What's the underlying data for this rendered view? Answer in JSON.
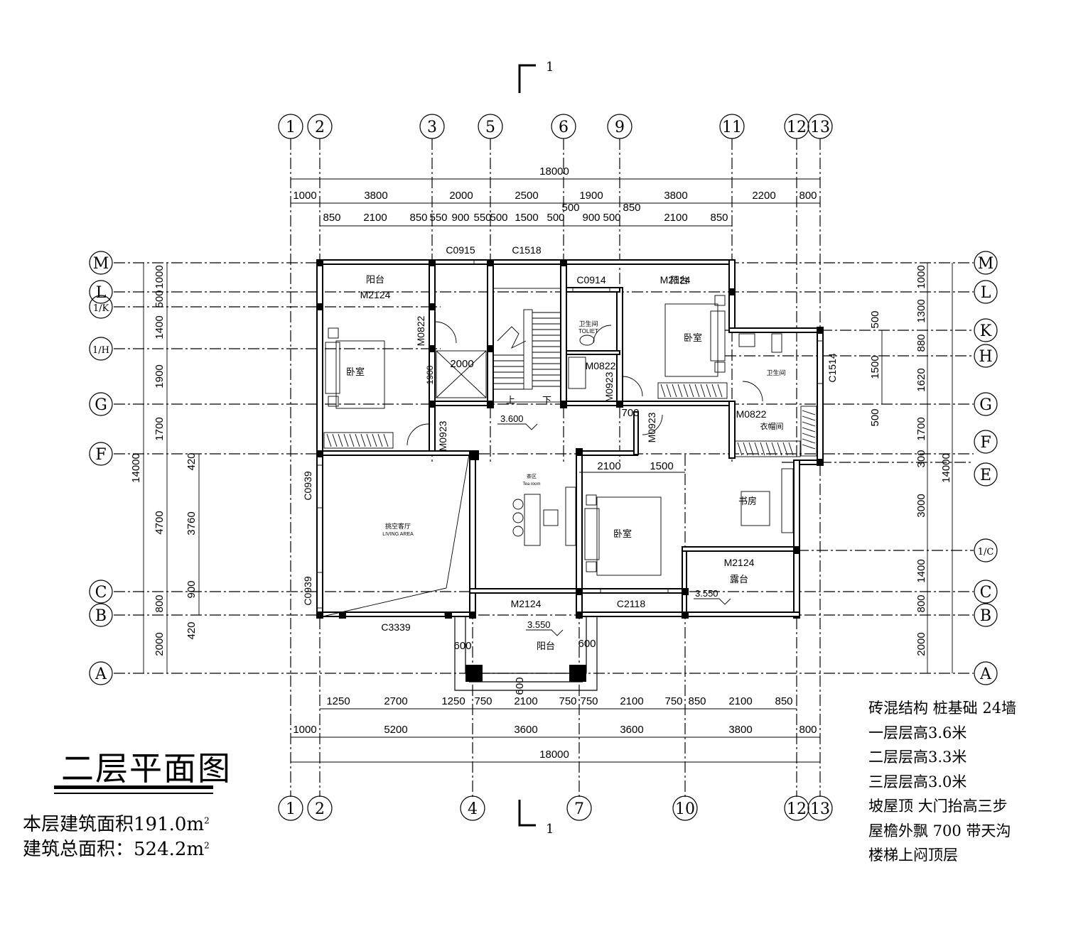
{
  "drawing": {
    "title": "二层平面图",
    "floor_area_label": "本层建筑面积",
    "floor_area_value": "191.0m",
    "total_area_label": "建筑总面积：",
    "total_area_value": "524.2m",
    "area_unit_power": "2",
    "section_mark": "1"
  },
  "notes": [
    "砖混结构 桩基础 24墙",
    "一层层高3.6米",
    "二层层高3.3米",
    "三层层高3.0米",
    "坡屋顶 大门抬高三步",
    "屋檐外飘 700 带天沟",
    "楼梯上闷顶层"
  ],
  "axes": {
    "top": [
      "1",
      "2",
      "3",
      "5",
      "6",
      "9",
      "11",
      "12",
      "13"
    ],
    "bottom": [
      "1",
      "2",
      "4",
      "7",
      "10",
      "12",
      "13"
    ],
    "left": [
      "M",
      "L",
      "1/K",
      "1/H",
      "G",
      "F",
      "C",
      "B",
      "A"
    ],
    "right": [
      "M",
      "L",
      "K",
      "H",
      "G",
      "F",
      "E",
      "1/C",
      "C",
      "B",
      "A"
    ]
  },
  "dimensions": {
    "top_total": "18000",
    "top_row1": [
      "1000",
      "3800",
      "2000",
      "2500",
      "1900",
      "3800",
      "2200",
      "800"
    ],
    "top_row2": [
      "850",
      "2100",
      "850",
      "550",
      "900",
      "550",
      "500",
      "1500",
      "500",
      "500",
      "900",
      "500",
      "850",
      "2100",
      "850"
    ],
    "bottom_row1": [
      "1250",
      "2700",
      "1250",
      "750",
      "2100",
      "750",
      "750",
      "2100",
      "750",
      "850",
      "2100",
      "850"
    ],
    "bottom_row2": [
      "1000",
      "5200",
      "3600",
      "3600",
      "3800",
      "800"
    ],
    "bottom_total": "18000",
    "left": [
      "1000",
      "500",
      "1400",
      "1900",
      "1700",
      "4700",
      "800",
      "2000",
      "14000"
    ],
    "left_window": [
      "420",
      "3760",
      "900",
      "420"
    ],
    "right": [
      "1000",
      "1300",
      "880",
      "1620",
      "1700",
      "300",
      "3000",
      "1400",
      "800",
      "2000",
      "14000"
    ],
    "right_window": [
      "500",
      "1500",
      "500"
    ],
    "interior": [
      "2000",
      "1900",
      "2100",
      "1500",
      "700",
      "600",
      "600",
      "600"
    ]
  },
  "openings": [
    "C0915",
    "C1518",
    "C0914",
    "M2124",
    "M2124",
    "M0822",
    "M0822",
    "M0822",
    "M0923",
    "M0923",
    "M0923",
    "C0939",
    "C0939",
    "C1514",
    "C3339",
    "M2124",
    "C2118",
    "M2124"
  ],
  "rooms": {
    "balcony": "阳台",
    "bedroom": "卧室",
    "bathroom": "卫生间",
    "toilet_en": "TOLIET",
    "living": "挑空客厅",
    "living_en": "LIVING AREA",
    "tea": "茶区",
    "tea_en": "Tea room",
    "study": "书房",
    "cloakroom": "衣帽间",
    "terrace": "露台",
    "stair_up": "上",
    "stair_down": "下"
  },
  "levels": [
    "3.600",
    "3.550",
    "3.550"
  ]
}
